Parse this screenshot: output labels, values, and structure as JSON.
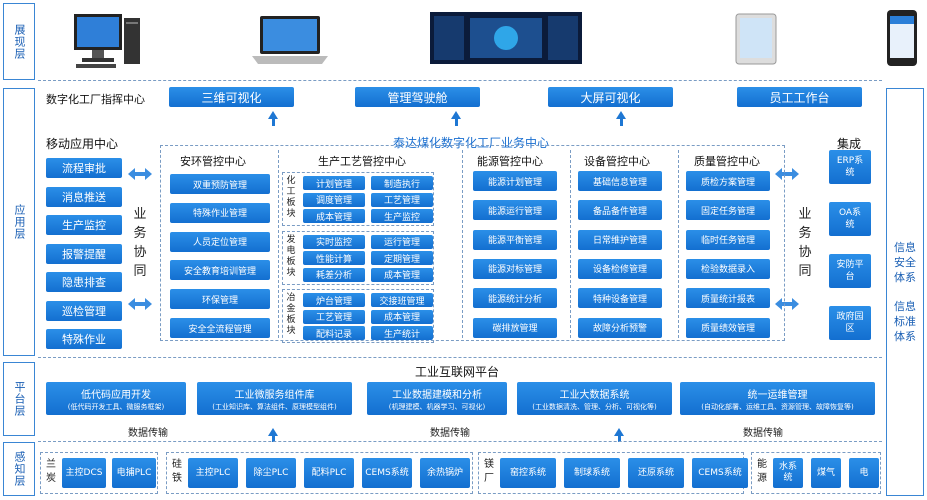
{
  "layers": {
    "display": "展现层",
    "app": "应用层",
    "platform": "平台层",
    "sense": "感知层"
  },
  "right": {
    "security": "信息安全体系",
    "standard": "信息标准体系"
  },
  "command": {
    "title": "数字化工厂指挥中心",
    "buttons": [
      "三维可视化",
      "管理驾驶舱",
      "大屏可视化",
      "员工工作台"
    ]
  },
  "business_title": "泰达煤化数字化工厂业务中心",
  "mobile": {
    "title": "移动应用中心",
    "items": [
      "流程审批",
      "消息推送",
      "生产监控",
      "报警提醒",
      "隐患排查",
      "巡检管理",
      "特殊作业"
    ],
    "coop": "业务协同"
  },
  "safety": {
    "title": "安环管控中心",
    "items": [
      "双重预防管理",
      "特殊作业管理",
      "人员定位管理",
      "安全教育培训管理",
      "环保管理",
      "安全全流程管理"
    ]
  },
  "process": {
    "title": "生产工艺管控中心",
    "groups": [
      {
        "label": "化工板块",
        "items": [
          "计划管理",
          "制造执行",
          "调度管理",
          "工艺管理",
          "成本管理",
          "生产监控"
        ]
      },
      {
        "label": "发电板块",
        "items": [
          "实时监控",
          "运行管理",
          "性能计算",
          "定期管理",
          "耗差分析",
          "成本管理"
        ]
      },
      {
        "label": "冶金板块",
        "items": [
          "炉台管理",
          "交接班管理",
          "工艺管理",
          "成本管理",
          "配料记录",
          "生产统计"
        ]
      }
    ]
  },
  "energy": {
    "title": "能源管控中心",
    "items": [
      "能源计划管理",
      "能源运行管理",
      "能源平衡管理",
      "能源对标管理",
      "能源统计分析",
      "碳排放管理"
    ]
  },
  "equip": {
    "title": "设备管控中心",
    "items": [
      "基础信息管理",
      "备品备件管理",
      "日常维护管理",
      "设备检修管理",
      "特种设备管理",
      "故障分析预警"
    ]
  },
  "quality": {
    "title": "质量管控中心",
    "items": [
      "质检方案管理",
      "固定任务管理",
      "临时任务管理",
      "检验数据录入",
      "质量统计报表",
      "质量绩效管理"
    ]
  },
  "integration": {
    "title": "集成",
    "items": [
      "ERP系统",
      "OA系统",
      "安防平台",
      "政府园区"
    ],
    "coop": "业务协同"
  },
  "platform": {
    "title": "工业互联网平台",
    "items": [
      {
        "name": "低代码应用开发",
        "desc": "(低代码开发工具、微服务框架)"
      },
      {
        "name": "工业微服务组件库",
        "desc": "(工业知识库、算法组件、原理模型组件)"
      },
      {
        "name": "工业数据建模和分析",
        "desc": "(机理建模、机器学习、可视化)"
      },
      {
        "name": "工业大数据系统",
        "desc": "(工业数据清洗、管理、分析、可视化等)"
      },
      {
        "name": "统一运维管理",
        "desc": "(自动化部署、运维工具、资源管理、故障恢复等)"
      }
    ]
  },
  "transfer": "数据传输",
  "sense": {
    "groups": [
      {
        "label": "兰炭",
        "items": [
          "主控DCS",
          "电捕PLC"
        ]
      },
      {
        "label": "硅铁",
        "items": [
          "主控PLC",
          "除尘PLC",
          "配料PLC",
          "CEMS系统",
          "余热锅炉"
        ]
      },
      {
        "label": "镁厂",
        "items": [
          "窑控系统",
          "制球系统",
          "还原系统",
          "CEMS系统"
        ]
      },
      {
        "label": "能源",
        "items": [
          "水系统",
          "煤气",
          "电"
        ]
      }
    ]
  }
}
